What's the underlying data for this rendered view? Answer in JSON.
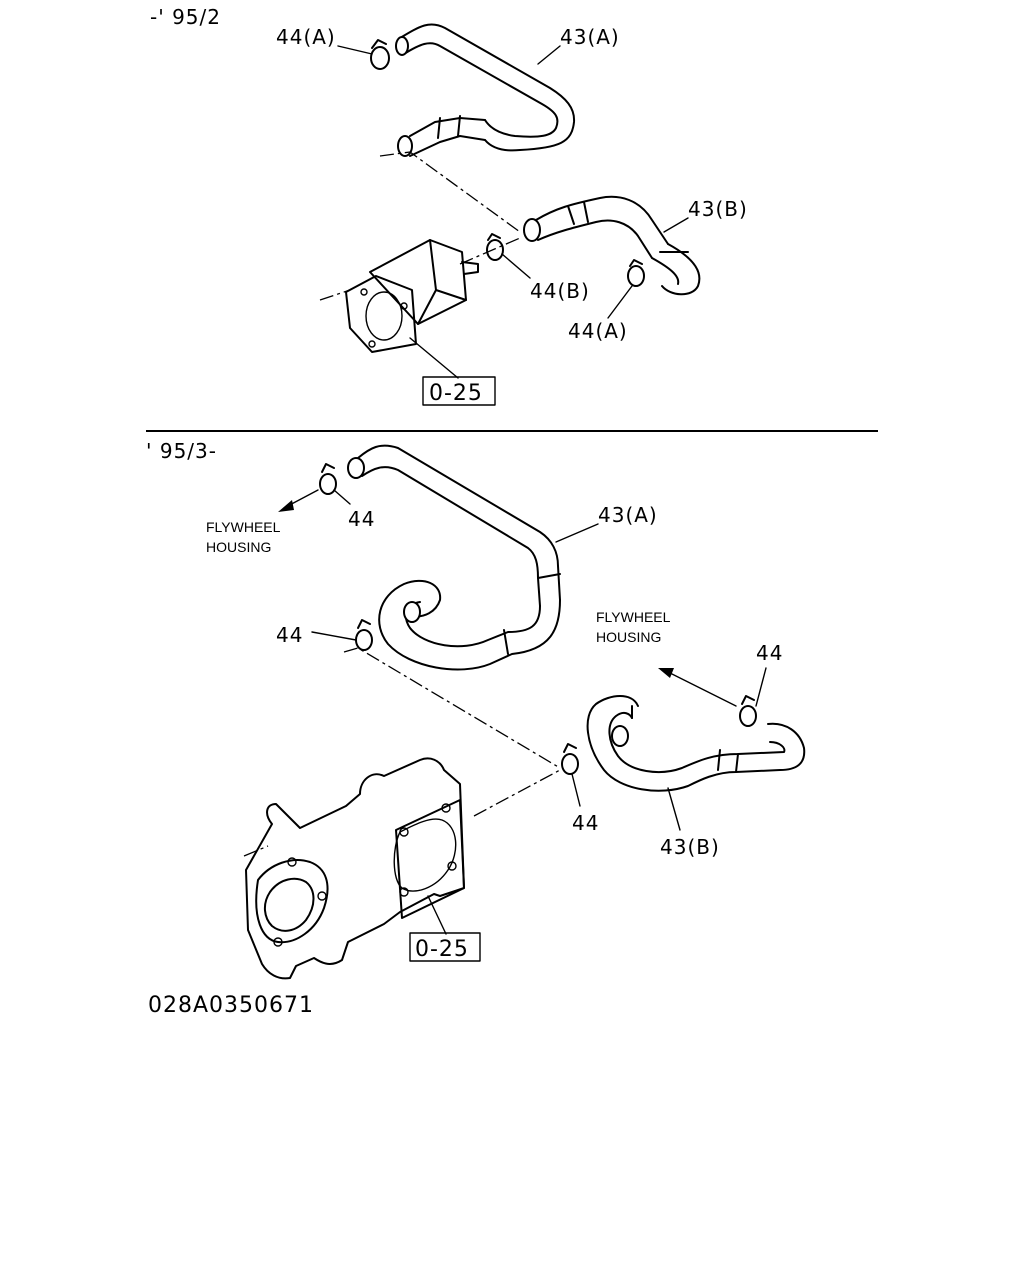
{
  "sections": [
    {
      "period_label": "-' 95/2",
      "labels": {
        "clamp_a_top": "44(A)",
        "hose_a": "43(A)",
        "hose_b": "43(B)",
        "clamp_b": "44(B)",
        "clamp_a_bottom": "44(A)",
        "ref": "0-25"
      }
    },
    {
      "period_label": "' 95/3-",
      "labels": {
        "clamp_top": "44",
        "hose_a": "43(A)",
        "clamp_mid_left": "44",
        "clamp_right": "44",
        "clamp_center": "44",
        "hose_b": "43(B)",
        "ref": "0-25",
        "flywheel_left_line1": "FLYWHEEL",
        "flywheel_left_line2": "HOUSING",
        "flywheel_right_line1": "FLYWHEEL",
        "flywheel_right_line2": "HOUSING"
      }
    }
  ],
  "diagram_code": "028A0350671"
}
